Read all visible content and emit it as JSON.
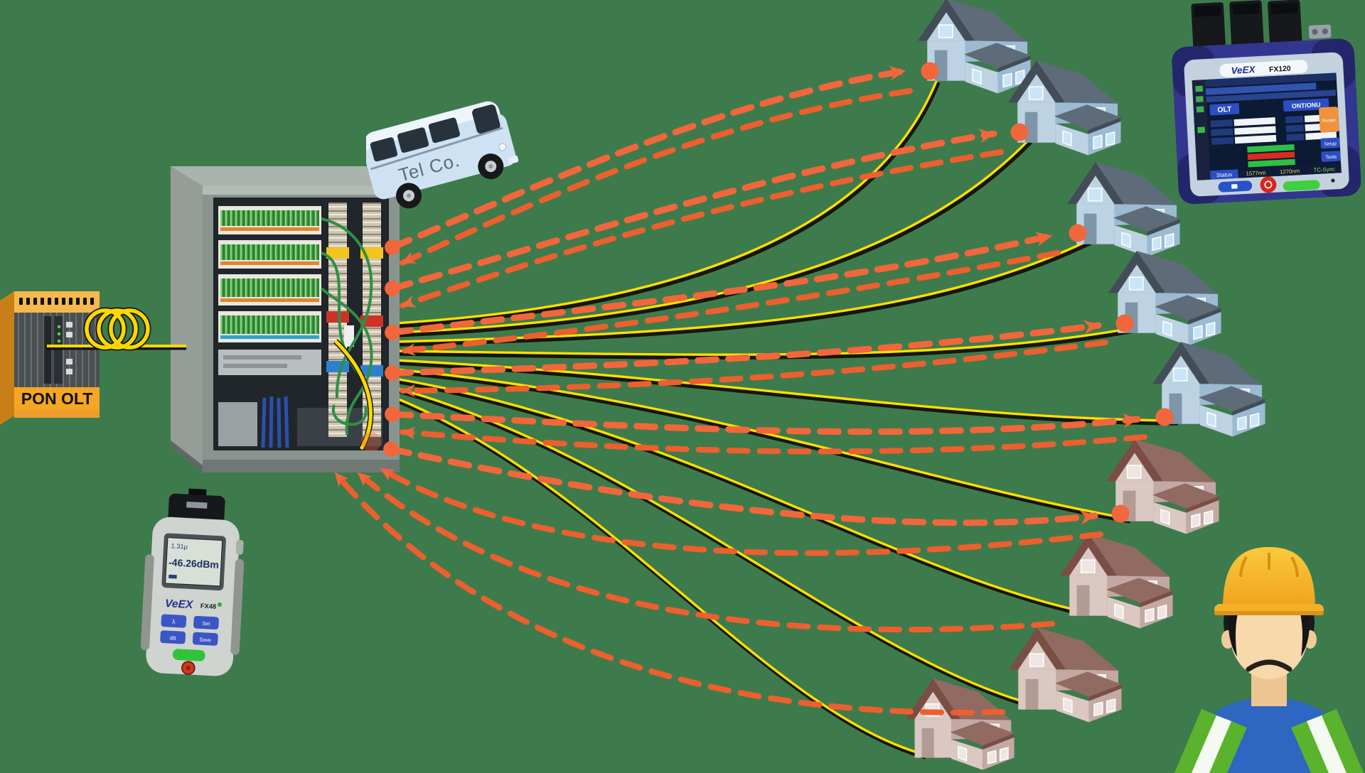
{
  "scene": {
    "background_color": "#3E7B4C",
    "description": "PON fiber network diagram: OLT feeding a street splitter cabinet that fans out fibers and test signals to nine homes; VeEX test instruments, Tel Co. van and a frowning field technician"
  },
  "colors": {
    "fiber_yellow": "#FFE000",
    "signal_orange": "#F2663B",
    "olt_orange": "#EF9D2D",
    "cabinet_gray": "#8A948F",
    "house_blue_wall": "#BDD3E4",
    "house_pink_wall": "#DCC8C3",
    "tester_navy": "#33368F",
    "vest_green": "#5BB32D",
    "hardhat_yellow": "#F5B028"
  },
  "olt": {
    "label": "PON OLT"
  },
  "van": {
    "label": "Tel Co."
  },
  "fx120": {
    "brand": "VeEX",
    "model": "FX120",
    "screen": {
      "olt_label": "OLT",
      "onu_label": "ONT/ONU",
      "restart": "Restart",
      "setup": "Setup",
      "tools": "Tools",
      "status": "Status",
      "wl1": "1577nm",
      "wl2": "1270nm",
      "sync": "TC-Sync"
    }
  },
  "fx48": {
    "brand": "VeEX",
    "model": "FX48",
    "lcd": {
      "wavelength": "1.31μ",
      "reading": "-46.26dBm"
    },
    "buttons": {
      "b1": "λ",
      "b2": "Set",
      "b3": "dB",
      "b4": "Save"
    }
  },
  "houses": {
    "blue_count": 5,
    "pink_count": 4,
    "total": 9
  },
  "topology": {
    "nodes": [
      "PON OLT",
      "fiber splitter cabinet",
      "Tel Co. van",
      "9 subscriber homes",
      "VeEX FX120 PON analyzer",
      "VeEX FX48 power meter",
      "field technician"
    ],
    "links": {
      "feeder": "PON OLT to cabinet via coiled yellow fiber",
      "drops": "yellow fiber drop from cabinet to each of the 9 homes",
      "signals": "orange dashed test-signal paths: outbound cabinet-to-home (dot origin, arrow at home) and return home-to-cabinet (arrow at cabinet edge / cabinet base)"
    }
  }
}
